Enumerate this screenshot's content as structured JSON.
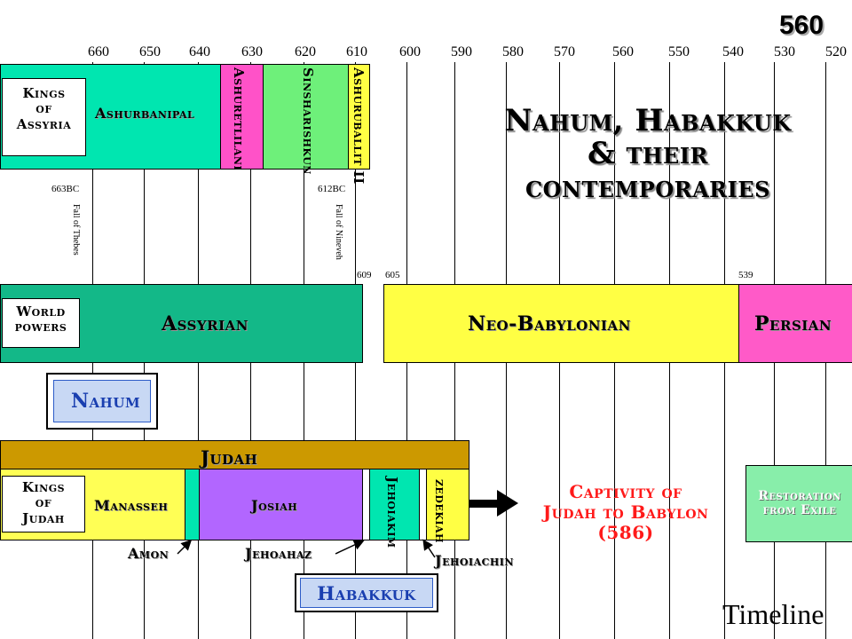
{
  "corner_year": "560",
  "timeline_years": [
    "660",
    "650",
    "640",
    "630",
    "620",
    "610",
    "600",
    "590",
    "580",
    "570",
    "560",
    "550",
    "540",
    "530",
    "520"
  ],
  "title": {
    "line1": "Nahum, Habakkuk",
    "line2": "& their",
    "line3": "contemporaries"
  },
  "assyria": {
    "box_label": [
      "Kings",
      "of",
      "Assyria"
    ],
    "kings": [
      "Ashurbanipal",
      "Ashuretlilani",
      "Sinsharishkun",
      "Ashuruballit II"
    ],
    "date_663": "663BC",
    "date_612": "612BC",
    "note_thebes": "Fall of Thebes",
    "note_nineveh": "Fall of Nineveh"
  },
  "world": {
    "box_label": [
      "World",
      "powers"
    ],
    "powers": [
      "Assyrian",
      "Neo-Babylonian",
      "Persian"
    ],
    "date_609": "609",
    "date_605": "605",
    "date_539": "539"
  },
  "prophets": {
    "nahum": "Nahum",
    "habakkuk": "Habakkuk"
  },
  "judah": {
    "header": "Judah",
    "box_label": [
      "Kings",
      "of",
      "Judah"
    ],
    "kings": [
      "Manasseh",
      "Josiah",
      "Jehoiakim",
      "zedekiah"
    ],
    "amon": "Amon",
    "jehoahaz": "Jehoahaz",
    "jehoiachin": "Jehoiachin"
  },
  "captivity": [
    "Captivity of",
    "Judah to Babylon",
    "(586)"
  ],
  "restoration": [
    "Restoration",
    "from Exile"
  ],
  "footer": "Timeline",
  "colors": {
    "assyria_green": "#00e6b0",
    "assyria_pink": "#ff52c8",
    "assyria_light_green": "#6ef07a",
    "yellow": "#ffff44",
    "world_green": "#13b888",
    "persian_pink": "#ff5ac8",
    "judah_header": "#cc9900",
    "josiah_purple": "#b266ff",
    "restoration_green": "#88eeaa",
    "captivity_red": "#ff1a1a"
  }
}
